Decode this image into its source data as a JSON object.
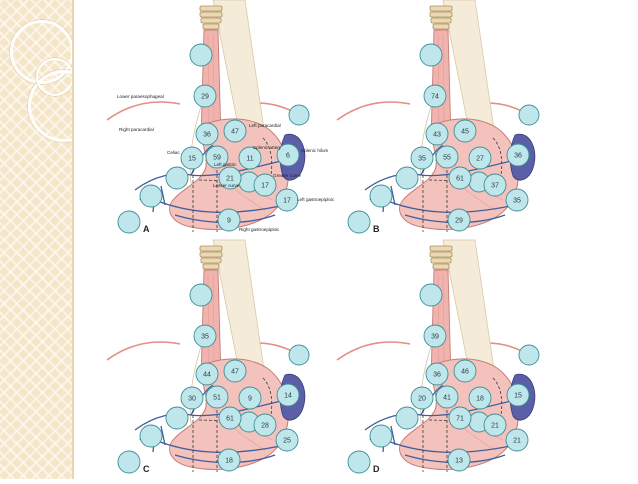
{
  "panel_letters": [
    "A",
    "B",
    "C",
    "D"
  ],
  "panel_a_labels": {
    "lower_paraesophageal": "Lower paraesophageal",
    "right_paracardial": "Right paracardial",
    "left_paracardial": "Left paracardial",
    "celiac": "Celiac",
    "left_gastric": "Left gastric",
    "splenic_artery": "Splenic artery",
    "splenic_hilum": "Splenic hilum",
    "lesser_curve": "Lesser curve",
    "greater_curve": "Greater curve",
    "left_gastroepiploic": "Left gastroepiploic",
    "right_gastroepiploic": "Right gastroepiploic"
  },
  "panels": {
    "a": {
      "paraesophageal": "29",
      "right_paracardial": "36",
      "left_paracardial": "47",
      "celiac": "15",
      "left_gastric": "59",
      "splenic_artery": "11",
      "splenic_hilum": "6",
      "lesser_curve": "21",
      "greater_curve": "17",
      "left_gastroepiploic": "17",
      "right_gastroepiploic": "9"
    },
    "b": {
      "paraesophageal": "74",
      "right_paracardial": "43",
      "left_paracardial": "45",
      "celiac": "35",
      "left_gastric": "55",
      "splenic_artery": "27",
      "splenic_hilum": "36",
      "lesser_curve": "61",
      "greater_curve": "37",
      "left_gastroepiploic": "35",
      "right_gastroepiploic": "29"
    },
    "c": {
      "paraesophageal": "35",
      "right_paracardial": "44",
      "left_paracardial": "47",
      "celiac": "30",
      "left_gastric": "51",
      "splenic_artery": "9",
      "splenic_hilum": "14",
      "lesser_curve": "61",
      "greater_curve": "28",
      "left_gastroepiploic": "25",
      "right_gastroepiploic": "18"
    },
    "d": {
      "paraesophageal": "39",
      "right_paracardial": "36",
      "left_paracardial": "46",
      "celiac": "20",
      "left_gastric": "41",
      "splenic_artery": "18",
      "splenic_hilum": "15",
      "lesser_curve": "71",
      "greater_curve": "21",
      "left_gastroepiploic": "21",
      "right_gastroepiploic": "13"
    }
  },
  "colors": {
    "node_fill": "#bfe6ea",
    "node_stroke": "#3f8f97",
    "esophagus": "#f0b3ae",
    "stomach": "#f3c2bc",
    "spleen": "#5b5fa8",
    "vessels": "#3f5f9c",
    "diaphragm": "#e28f84",
    "border": "#f6e6c9"
  }
}
